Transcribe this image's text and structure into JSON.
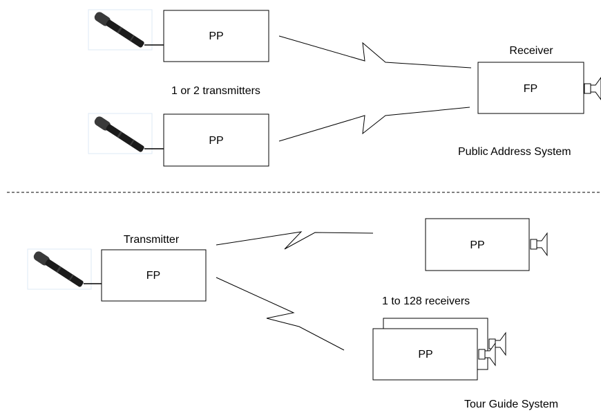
{
  "top_section": {
    "transmitters_label": "1 or 2 transmitters",
    "transmitter_boxes": [
      "PP",
      "PP"
    ],
    "receiver_title": "Receiver",
    "receiver_box": "FP",
    "system_label": "Public Address System"
  },
  "bottom_section": {
    "transmitter_title": "Transmitter",
    "transmitter_box": "FP",
    "receiver_boxes": [
      "PP",
      "PP"
    ],
    "receivers_label": "1 to 128 receivers",
    "system_label": "Tour Guide System"
  }
}
